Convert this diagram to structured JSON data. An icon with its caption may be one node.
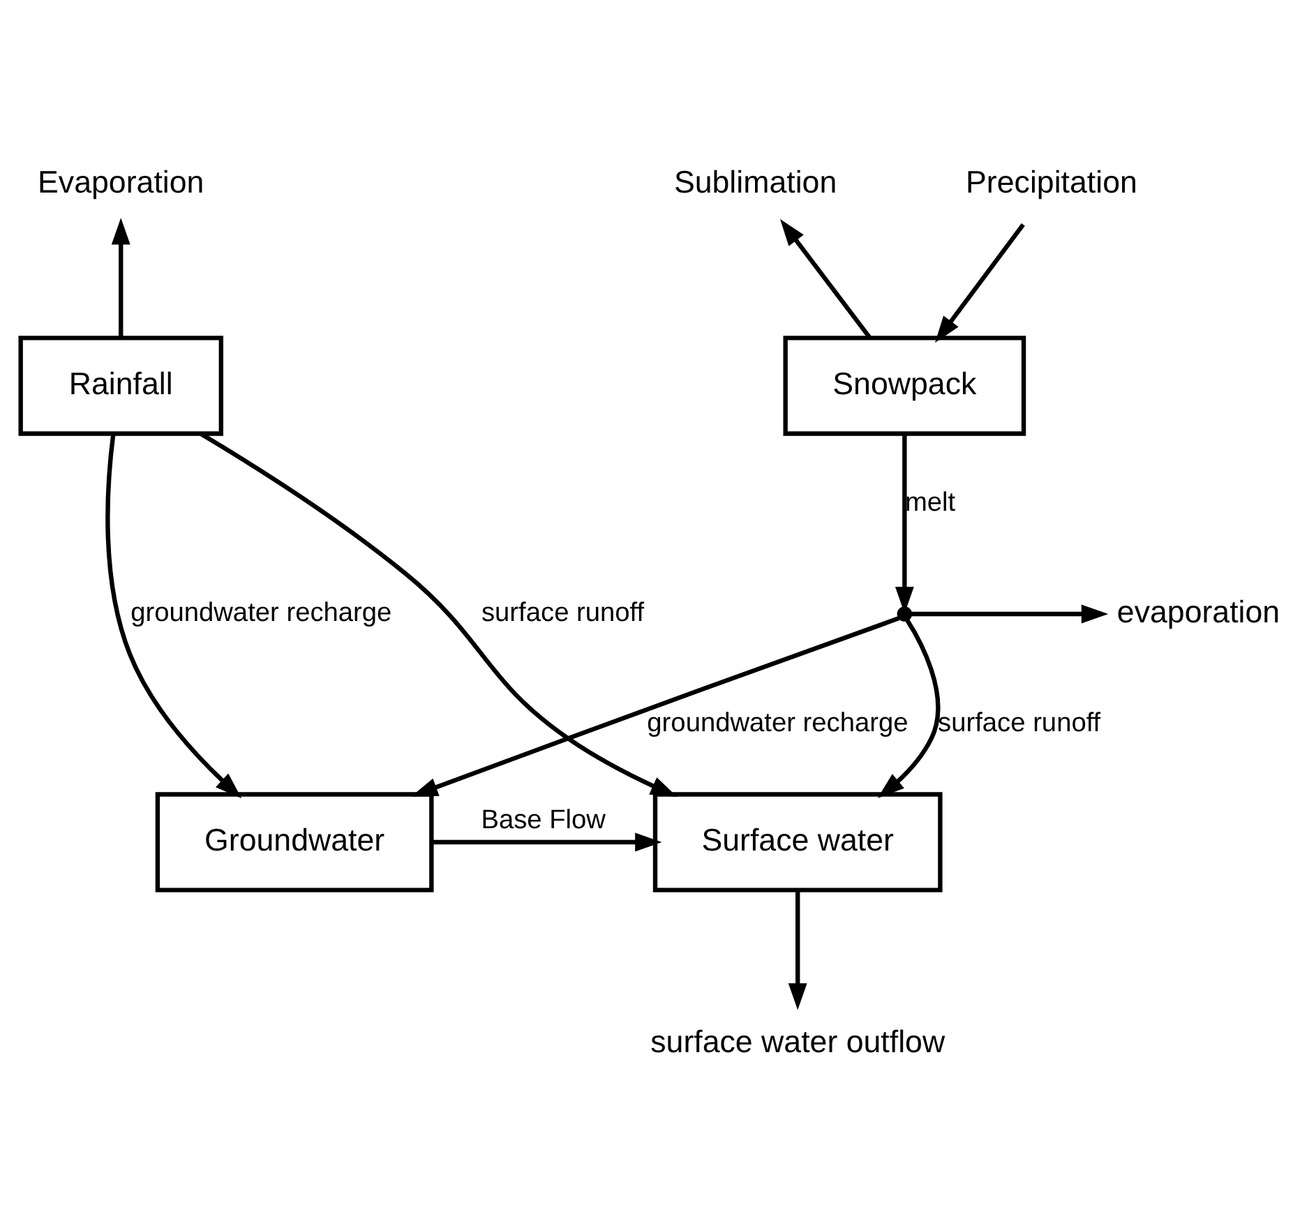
{
  "diagram": {
    "nodes": [
      {
        "text": [
          "Precipitation"
        ]
      },
      {
        "text": [
          "Sublimation"
        ]
      },
      {
        "text": [
          "Evaporation"
        ]
      },
      {
        "text": [
          "Snowpack"
        ]
      },
      {
        "text": [
          "Rainfall"
        ]
      },
      {
        "text": [
          "evaporation"
        ]
      },
      {
        "text": [],
        "shape": "point"
      },
      {
        "text": [
          "Surface water"
        ]
      },
      {
        "text": [
          "Groundwater"
        ]
      },
      {
        "text": [
          "surface water outflow"
        ]
      }
    ],
    "edges": [
      {
        "from": 0,
        "to": 3,
        "arrow": "to"
      },
      {
        "from": 3,
        "to": 1,
        "arrow": "to"
      },
      {
        "from": 4,
        "to": 2,
        "arrow": "to"
      },
      {
        "from": 3,
        "to": 6,
        "arrow": "to",
        "label": "melt"
      },
      {
        "from": 6,
        "to": 5,
        "arrow": "to"
      },
      {
        "from": 6,
        "to": 7,
        "arrow": "to",
        "label": "surface runoff"
      },
      {
        "from": 6,
        "to": 8,
        "arrow": "to",
        "label": "groundwater recharge"
      },
      {
        "from": 4,
        "to": 7,
        "arrow": "to",
        "label": "surface runoff"
      },
      {
        "from": 4,
        "to": 8,
        "arrow": "to",
        "label": "groundwater recharge"
      },
      {
        "from": 8,
        "to": 7,
        "arrow": "to",
        "label": "Base Flow"
      },
      {
        "from": 7,
        "to": 9,
        "arrow": "to"
      }
    ]
  }
}
